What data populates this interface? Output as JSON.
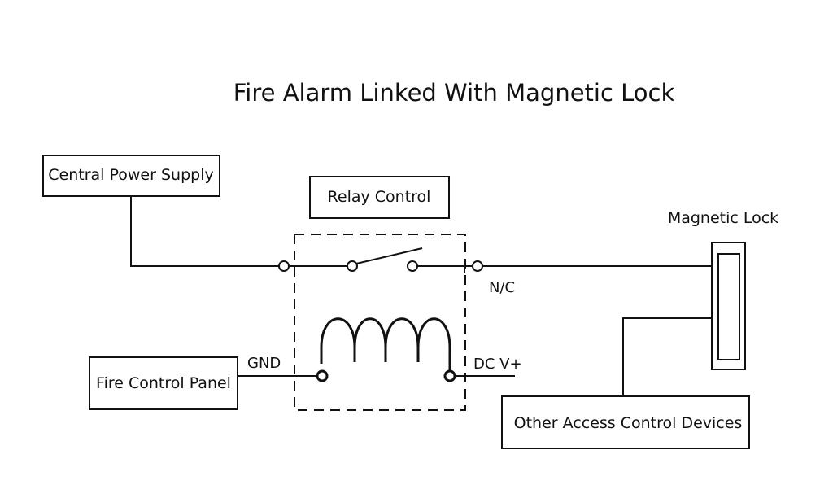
{
  "title": "Fire Alarm Linked With Magnetic Lock",
  "nodes": {
    "central_power_supply": "Central Power Supply",
    "relay_control": "Relay Control",
    "magnetic_lock": "Magnetic Lock",
    "fire_control_panel": "Fire Control Panel",
    "other_access_control_devices": "Other Access Control Devices"
  },
  "terminals": {
    "nc": "N/C",
    "gnd": "GND",
    "dc_v_plus": "DC V+"
  },
  "colors": {
    "line": "#111111",
    "background": "#ffffff"
  }
}
